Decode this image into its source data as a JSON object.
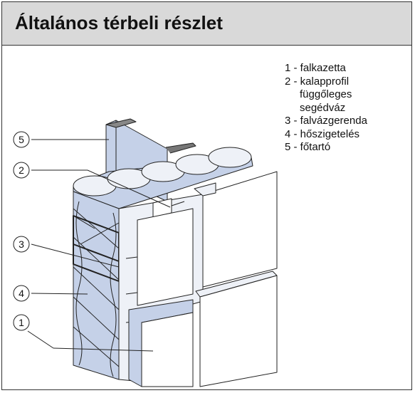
{
  "title": "Általános térbeli részlet",
  "legend": {
    "items": [
      {
        "num": "1",
        "text": "1 - falkazetta"
      },
      {
        "num": "2",
        "text": "2 - kalapprofil",
        "cont": [
          "függőleges",
          "segédváz"
        ]
      },
      {
        "num": "3",
        "text": "3 - falvázgerenda"
      },
      {
        "num": "4",
        "text": "4 - hőszigetelés"
      },
      {
        "num": "5",
        "text": "5 - főtartó"
      }
    ]
  },
  "callouts": [
    "5",
    "2",
    "3",
    "4",
    "1"
  ],
  "colors": {
    "insulation": "#c5d1e8",
    "panel_light": "#eef1f7",
    "panel_white": "#ffffff",
    "steel": "#888888",
    "title_bg": "#d9d9d9",
    "line": "#222222"
  }
}
